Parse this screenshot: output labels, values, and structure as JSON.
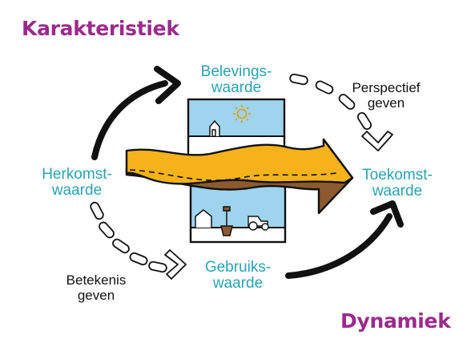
{
  "headings": {
    "top": "Karakteristiek",
    "bottom": "Dynamiek"
  },
  "values": {
    "top": {
      "line1": "Belevings-",
      "line2": "waarde"
    },
    "left": {
      "line1": "Herkomst-",
      "line2": "waarde"
    },
    "right": {
      "line1": "Toekomst-",
      "line2": "waarde"
    },
    "bottom": {
      "line1": "Gebruiks-",
      "line2": "waarde"
    }
  },
  "actions": {
    "perspective": {
      "line1": "Perspectief",
      "line2": "geven"
    },
    "meaning": {
      "line1": "Betekenis",
      "line2": "geven"
    }
  },
  "colors": {
    "heading": "#9b2a8c",
    "value_text": "#2aa3b0",
    "sky": "#9fd4ef",
    "band_upper": "#f5b21a",
    "band_lower": "#8c5a2e",
    "outline": "#111111"
  },
  "icons": [
    "sun-icon",
    "house-icon",
    "shovel-icon",
    "tractor-icon",
    "solid-arrow-icon",
    "dashed-arrow-icon"
  ]
}
